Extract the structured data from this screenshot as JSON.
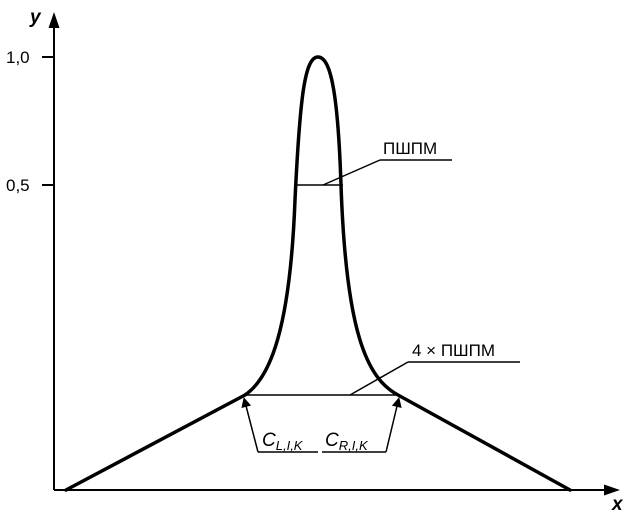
{
  "axes": {
    "x_label": "x",
    "y_label": "y"
  },
  "ticks": {
    "y_one": "1,0",
    "y_half": "0,5"
  },
  "annotations": {
    "fwhm": "ПШПМ",
    "four_fwhm": "4 × ПШПМ",
    "left_point_main": "C",
    "left_point_sub": "L,I,K",
    "right_point_main": "C",
    "right_point_sub": "R,I,K"
  },
  "colors": {
    "line": "#000000",
    "background": "#ffffff"
  }
}
